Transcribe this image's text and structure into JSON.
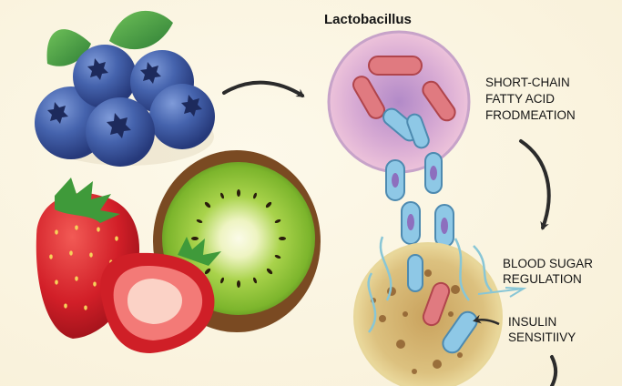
{
  "title": "Lactobacillus",
  "labels": {
    "scfa": [
      "SHORT-CHAIN",
      "FATTY ACID",
      "FRODMEATION"
    ],
    "blood_sugar": [
      "BLOOD SUGAR",
      "REGULATION"
    ],
    "insulin": [
      "INSULIN",
      "SENSITIIVY"
    ]
  },
  "colors": {
    "background": "#fbf5e2",
    "blueberry": "#3f5fa6",
    "strawberry": "#d8232a",
    "kiwi_flesh": "#8fc23a",
    "bacteria_red": "#e07a80",
    "bacteria_blue": "#8ec8e6",
    "arrow": "#2b2b2b"
  }
}
